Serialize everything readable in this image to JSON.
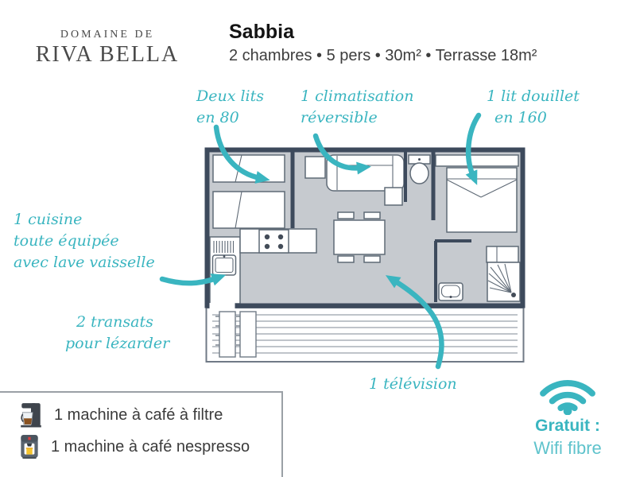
{
  "brand": {
    "line1": "DOMAINE DE",
    "line2": "RIVA BELLA"
  },
  "header": {
    "title": "Sabbia",
    "subtitle": "2 chambres • 5 pers • 30m² • Terrasse 18m²"
  },
  "annotations": {
    "twin_beds": {
      "line1": "Deux lits",
      "line2": "en 80"
    },
    "air_conditioning": {
      "line1": "1 climatisation",
      "line2": "réversible"
    },
    "double_bed": {
      "line1": "1 lit douillet",
      "line2": "en 160"
    },
    "kitchen": {
      "line1": "1 cuisine",
      "line2": "toute équipée",
      "line3": "avec lave vaisselle"
    },
    "loungers": {
      "line1": "2 transats",
      "line2": "pour lézarder"
    },
    "tv": {
      "line1": "1 télévision"
    }
  },
  "amenities": {
    "items": [
      {
        "icon": "filter-coffee-machine-icon",
        "label": "1 machine à café à filtre"
      },
      {
        "icon": "nespresso-machine-icon",
        "label": "1 machine à café nespresso"
      }
    ]
  },
  "wifi": {
    "line1": "Gratuit :",
    "line2": "Wifi fibre"
  },
  "colors": {
    "teal": "#3ab5c0",
    "wall": "#3d4a5c",
    "floor": "#c6cacf",
    "fixture": "#5f6a76",
    "boxborder": "#9aa0a6",
    "textdark": "#3b3b3b"
  }
}
